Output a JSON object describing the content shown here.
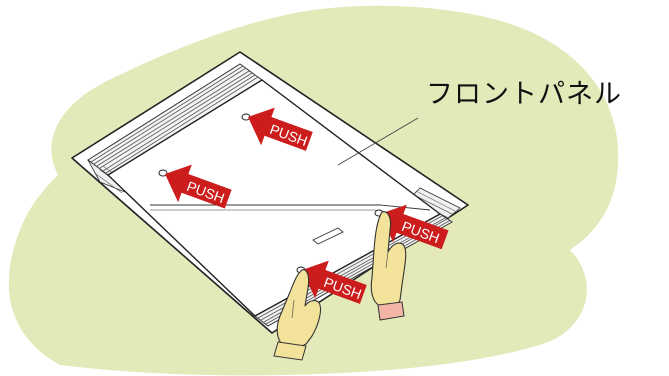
{
  "callout": {
    "label": "フロントパネル"
  },
  "push_arrows": [
    {
      "label": "PUSH"
    },
    {
      "label": "PUSH"
    },
    {
      "label": "PUSH"
    },
    {
      "label": "PUSH"
    }
  ],
  "colors": {
    "background_blob": "#e3e9b9",
    "panel_frame": "#ffffff",
    "panel_outline": "#222222",
    "push_arrow": "#cc1c1c",
    "push_arrow_text": "#ffffff",
    "glove": "#f3e39a",
    "cuff": "#f2b5a6"
  }
}
